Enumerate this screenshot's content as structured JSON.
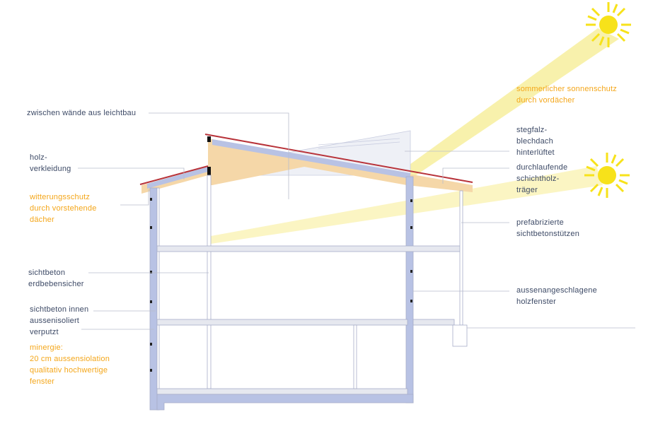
{
  "colors": {
    "text": "#3d4a66",
    "accent_orange": "#f4a619",
    "sun": "#f7e21a",
    "roof_red": "#b8333a",
    "wood": "#f5d7a8",
    "insulation": "#b8c2e4",
    "wall_outline": "#a7adc9",
    "glass": "#dde1ee"
  },
  "labels": {
    "zwischenwaende": [
      "zwischen wände aus  leichtbau"
    ],
    "holzverkleidung": [
      "holz-",
      "verkleidung"
    ],
    "witterungsschutz": [
      "witterungsschutz",
      "durch vorstehende",
      "dächer"
    ],
    "sichtbeton_erdbeben": [
      "sichtbeton",
      "erdbebensicher"
    ],
    "sichtbeton_innen": [
      "sichtbeton innen",
      "aussenisoliert",
      "verputzt"
    ],
    "minergie": [
      "minergie:",
      "20 cm aussensiolation",
      "qualitativ hochwertige",
      "fenster"
    ],
    "sonnenschutz": [
      "sommerlicher sonnenschutz",
      "durch vordächer"
    ],
    "stegfalz": [
      "stegfalz-",
      "blechdach",
      "hinterlüftet"
    ],
    "schichtholz": [
      "durchlaufende",
      "schichtholz-",
      "träger"
    ],
    "sichtbetonstuetzen": [
      "prefabrizierte",
      "sichtbetonstützen"
    ],
    "holzfenster": [
      "aussenangeschlagene",
      "holzfenster"
    ]
  },
  "icons": [
    "sun-icon",
    "sun-icon"
  ]
}
